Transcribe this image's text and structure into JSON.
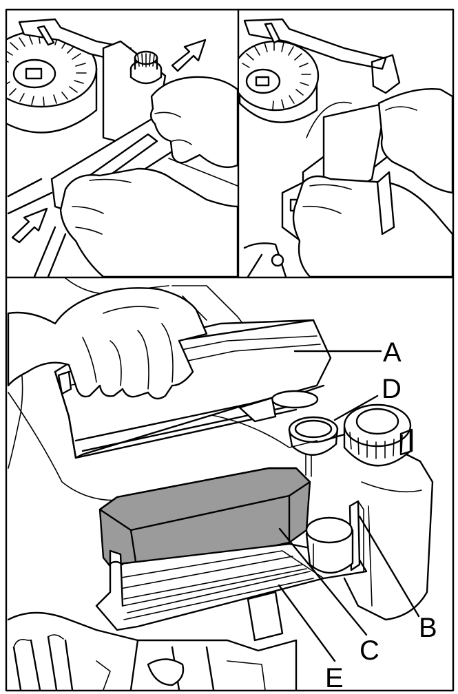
{
  "figure": {
    "panels": [
      "remove-cover-step",
      "release-cover-step",
      "exploded-filter-view"
    ],
    "callouts": {
      "a": "A",
      "b": "B",
      "c": "C",
      "d": "D",
      "e": "E"
    },
    "colors": {
      "ink": "#000000",
      "paper": "#ffffff",
      "filter_shading": "#9b9b9b"
    }
  }
}
